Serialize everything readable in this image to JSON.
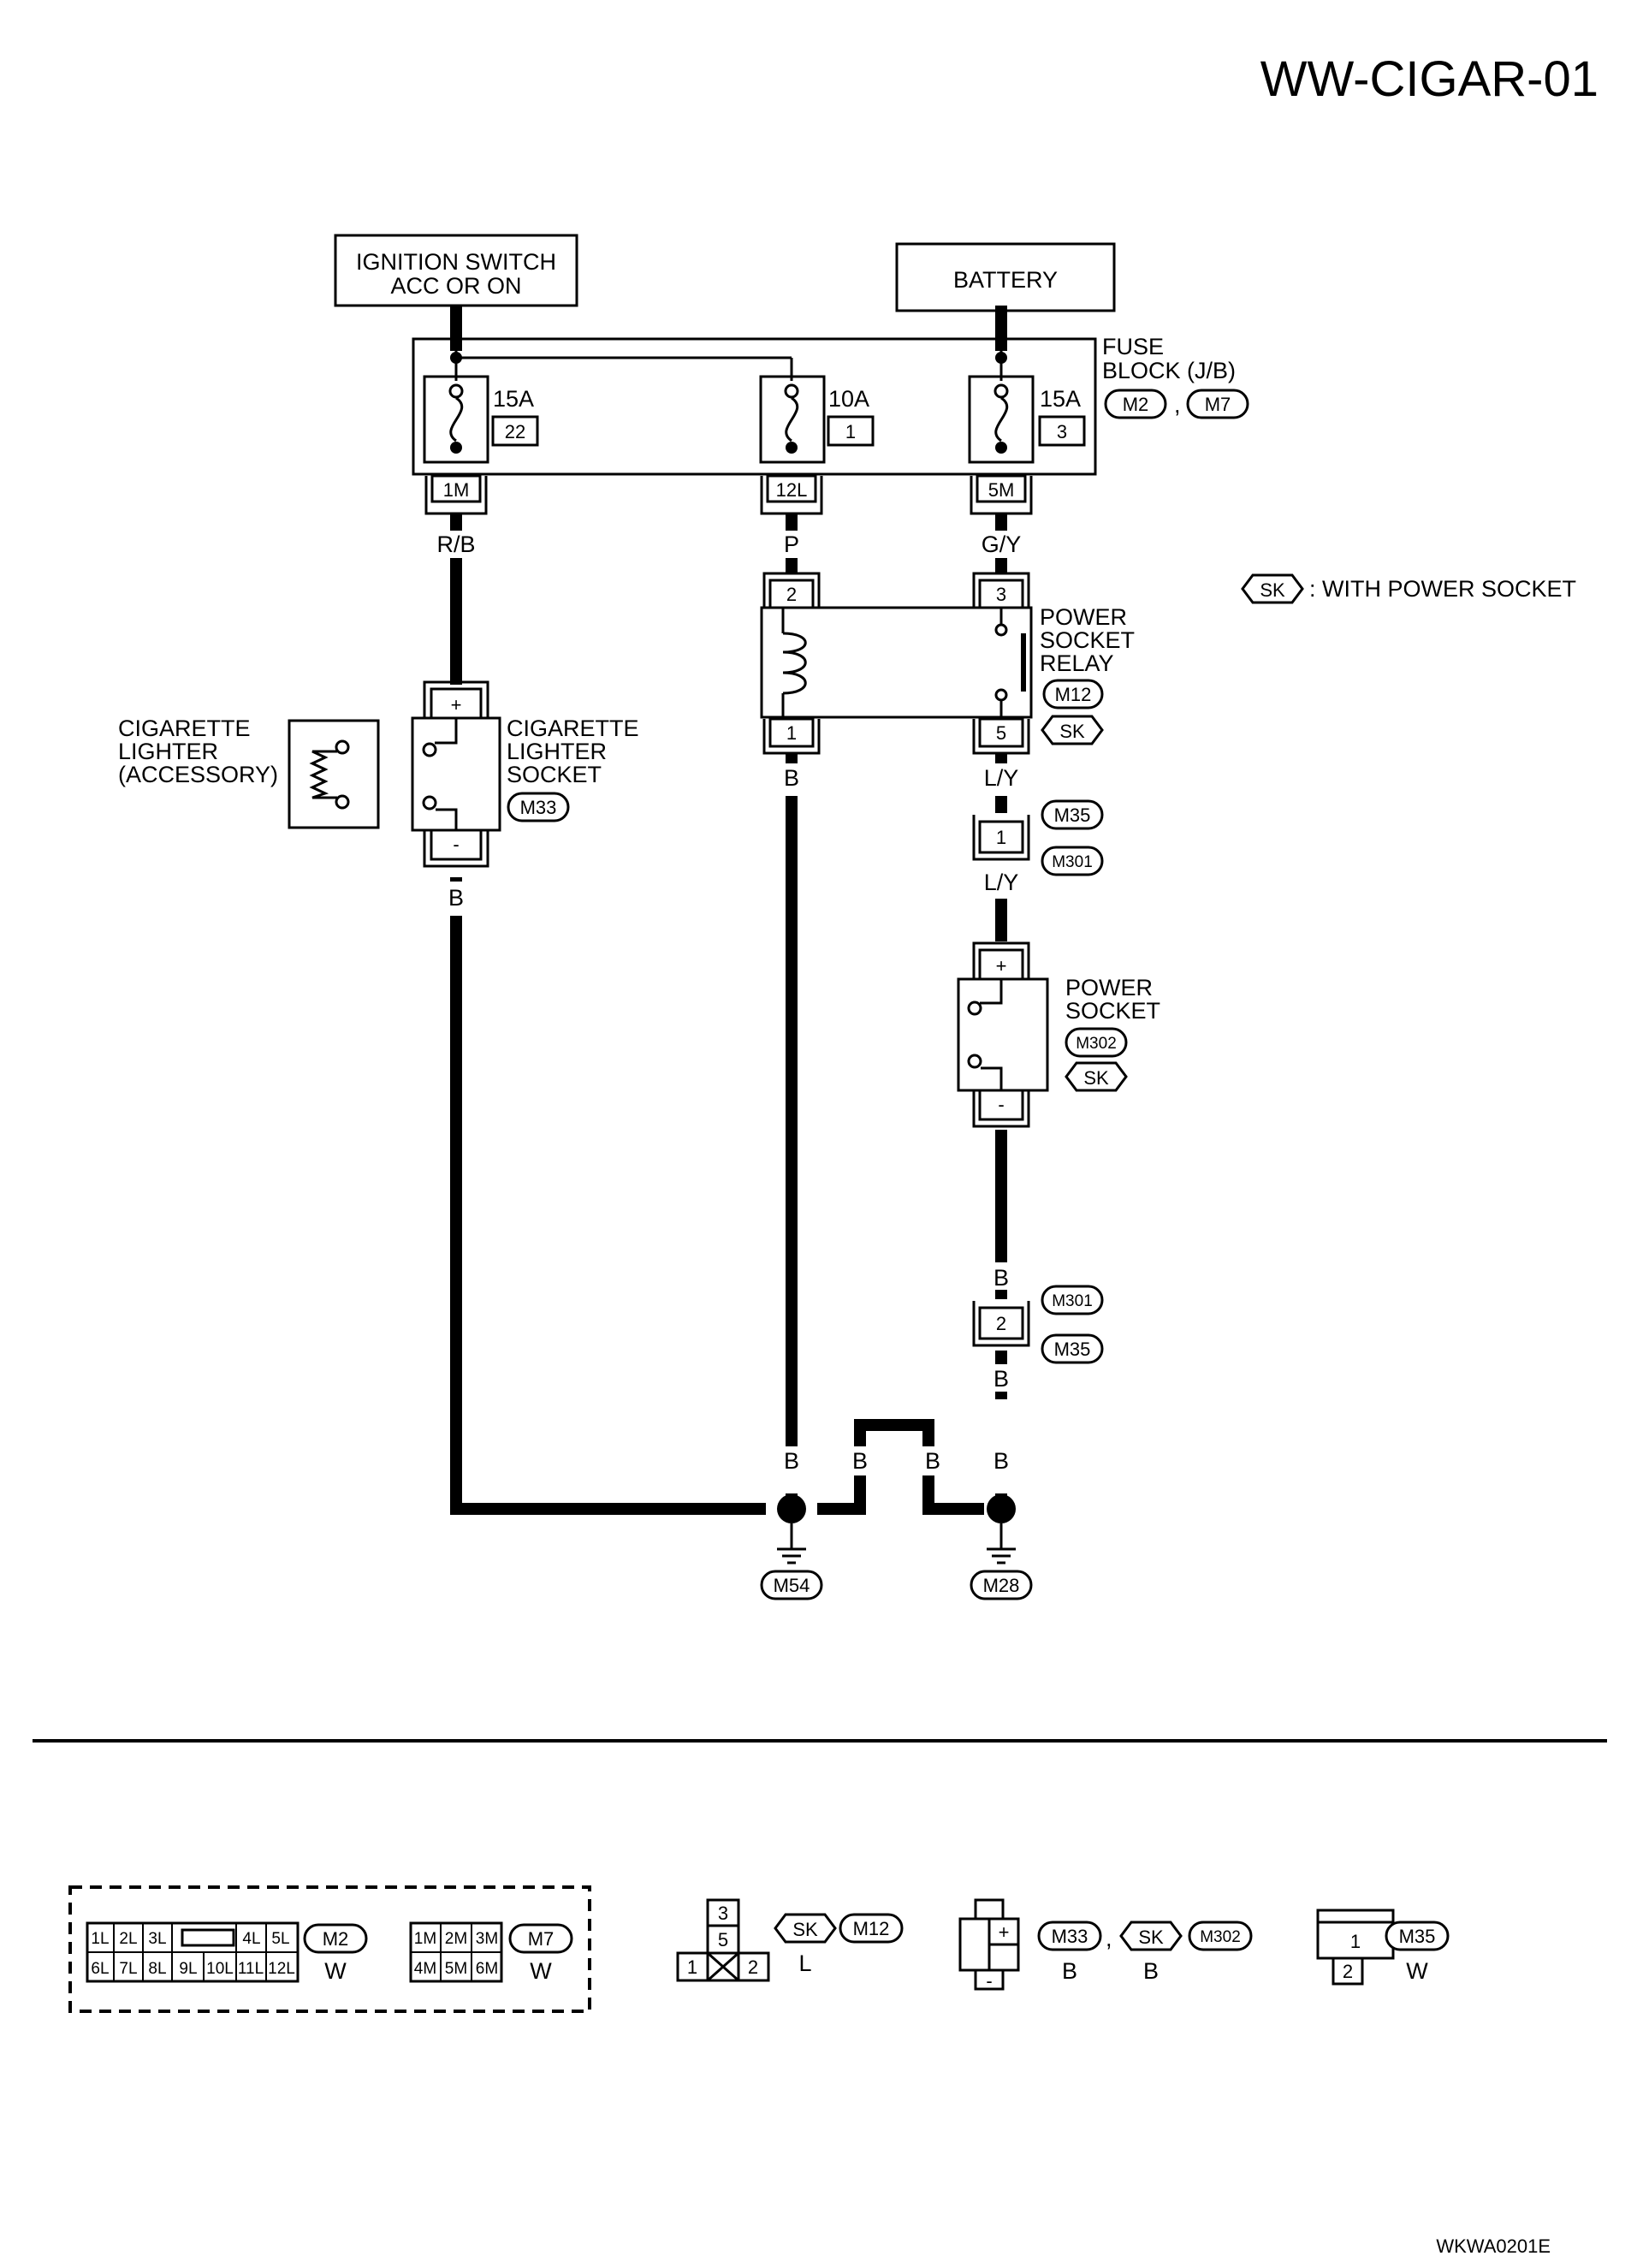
{
  "page_title": "WW-CIGAR-01",
  "footer_code": "WKWA0201E",
  "components": {
    "ignition_switch": [
      "IGNITION SWITCH",
      "ACC OR ON"
    ],
    "battery": "BATTERY",
    "fuse_block": {
      "label": [
        "FUSE",
        "BLOCK (J/B)"
      ],
      "connectors": [
        "M2",
        "M7"
      ],
      "sep": ","
    },
    "fuses": [
      {
        "amps": "15A",
        "number": "22",
        "terminal": "1M",
        "wire": "R/B"
      },
      {
        "amps": "10A",
        "number": "1",
        "terminal": "12L",
        "wire": "P"
      },
      {
        "amps": "15A",
        "number": "3",
        "terminal": "5M",
        "wire": "G/Y"
      }
    ],
    "legend": {
      "tag": "SK",
      "text": ": WITH POWER SOCKET"
    },
    "relay": {
      "label": [
        "POWER",
        "SOCKET",
        "RELAY"
      ],
      "connector": "M12",
      "tag": "SK",
      "terminals": [
        "2",
        "3",
        "1",
        "5"
      ]
    },
    "cigarette_lighter": [
      "CIGARETTE",
      "LIGHTER",
      "(ACCESSORY)"
    ],
    "lighter_socket": {
      "label": [
        "CIGARETTE",
        "LIGHTER",
        "SOCKET"
      ],
      "connector": "M33",
      "plus": "+",
      "minus": "-"
    },
    "power_socket": {
      "label": [
        "POWER",
        "SOCKET"
      ],
      "connector": "M302",
      "tag": "SK",
      "plus": "+",
      "minus": "-"
    },
    "joint_top": {
      "terminal": "1",
      "connectors": [
        "M35",
        "M301"
      ]
    },
    "joint_bottom": {
      "terminal": "2",
      "connectors": [
        "M301",
        "M35"
      ]
    },
    "wire_colors": {
      "relay_out": "L/Y",
      "joint_out": "L/Y",
      "lighter_ground": "B",
      "relay_ground": "B",
      "socket_ground": "B",
      "joint_ground": "B",
      "g1": "B",
      "g2": "B",
      "g3": "B",
      "g4": "B"
    },
    "grounds": [
      "M54",
      "M28"
    ]
  },
  "connector_views": {
    "m2": {
      "connector": "M2",
      "color": "W",
      "row1": [
        "1L",
        "2L",
        "3L",
        "4L",
        "5L"
      ],
      "row2": [
        "6L",
        "7L",
        "8L",
        "9L",
        "10L",
        "11L",
        "12L"
      ]
    },
    "m7": {
      "connector": "M7",
      "color": "W",
      "row1": [
        "1M",
        "2M",
        "3M"
      ],
      "row2": [
        "4M",
        "5M",
        "6M"
      ]
    },
    "m12": {
      "tag": "SK",
      "connector": "M12",
      "color": "L",
      "pins": [
        "3",
        "5",
        "1",
        "2"
      ]
    },
    "m33": {
      "connector": "M33",
      "color": "B",
      "sep": ",",
      "tag": "SK",
      "connector2": "M302",
      "color2": "B",
      "plus": "+",
      "minus": "-"
    },
    "m35": {
      "connector": "M35",
      "color": "W",
      "pins": [
        "1",
        "2"
      ]
    }
  },
  "colors": {
    "ink": "#000000",
    "paper": "#ffffff"
  }
}
